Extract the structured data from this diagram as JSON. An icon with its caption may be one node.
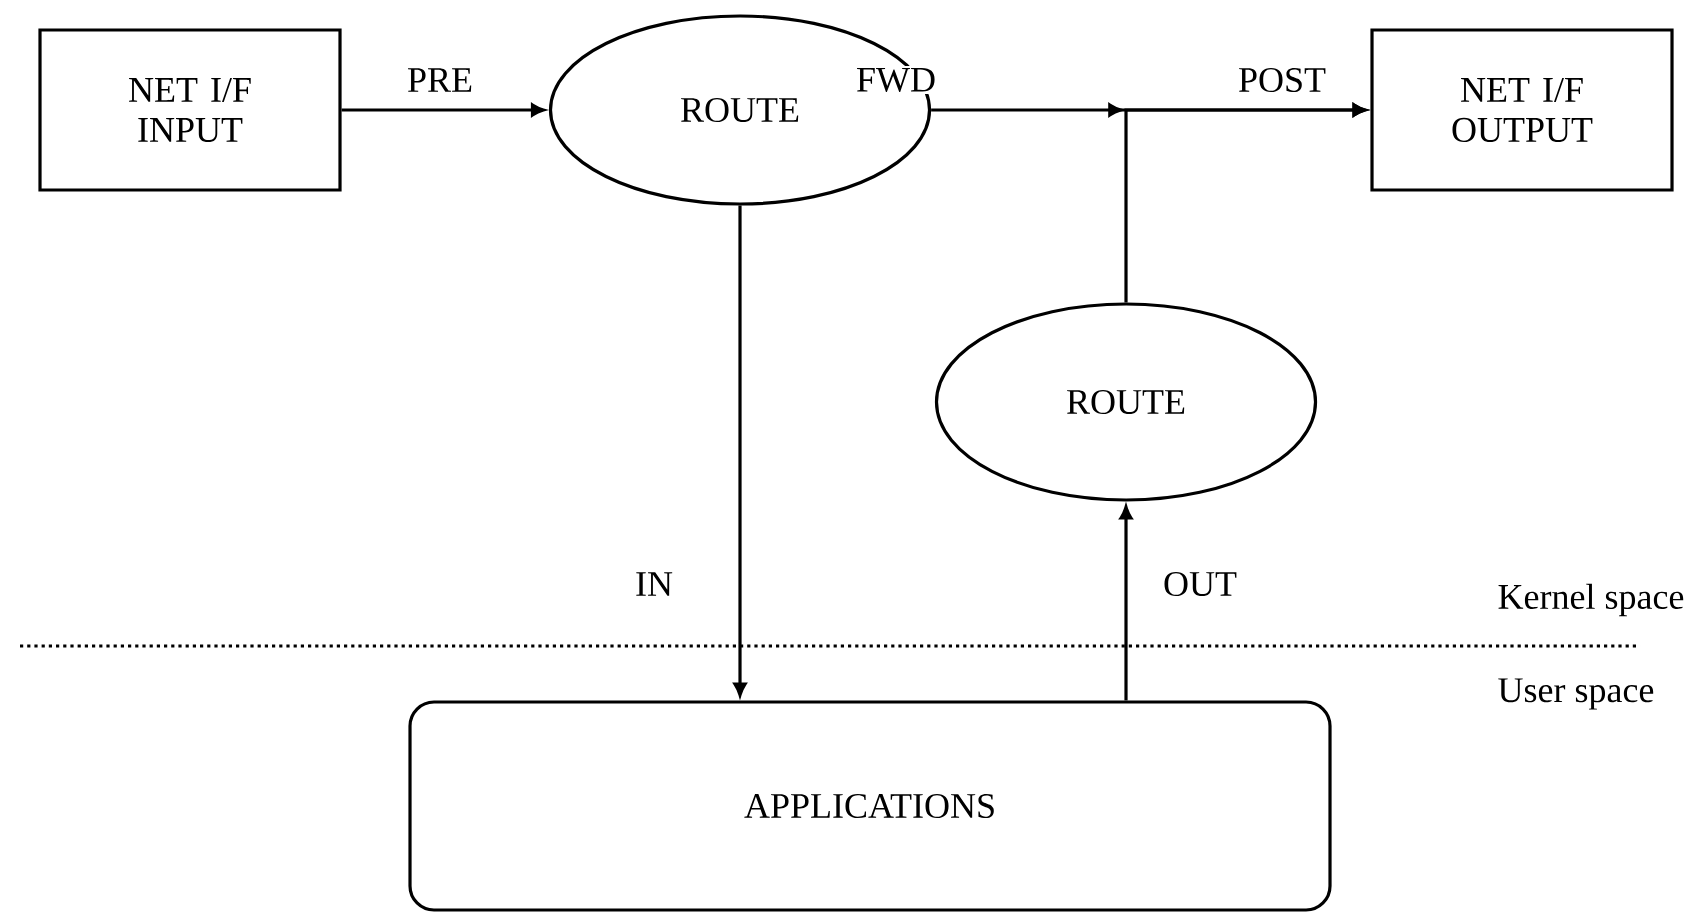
{
  "diagram": {
    "nodes": [
      {
        "text": [
          "NET I/F INPUT"
        ]
      },
      {
        "text": [
          "ROUTE"
        ]
      },
      {
        "text": [
          "NET I/F OUTPUT"
        ]
      },
      {
        "text": [
          "ROUTE"
        ]
      },
      {
        "text": [
          "APPLICATIONS"
        ]
      }
    ],
    "edges": [
      {
        "from": 0,
        "to": 1,
        "arrow": "to",
        "label": "PRE"
      },
      {
        "from": 1,
        "to": 2,
        "arrow": "to",
        "label": "FWD"
      },
      {
        "from": 1,
        "to": 4,
        "arrow": "to",
        "label": "IN"
      },
      {
        "from": 4,
        "to": 3,
        "arrow": "to",
        "label": "OUT"
      },
      {
        "from": 3,
        "to": 2,
        "arrow": "to",
        "label": "POST"
      }
    ],
    "labels": [
      "Kernel space",
      "User space"
    ]
  }
}
